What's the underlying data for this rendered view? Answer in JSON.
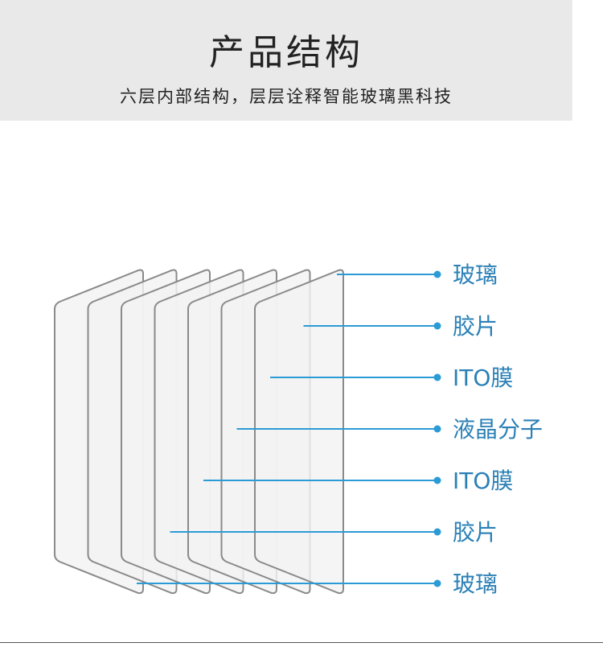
{
  "header": {
    "title": "产品结构",
    "subtitle": "六层内部结构，层层诠释智能玻璃黑科技"
  },
  "diagram": {
    "panel_count": 7,
    "layers": [
      {
        "label": "玻璃"
      },
      {
        "label": "胶片"
      },
      {
        "label": "ITO膜"
      },
      {
        "label": "液晶分子"
      },
      {
        "label": "ITO膜"
      },
      {
        "label": "胶片"
      },
      {
        "label": "玻璃"
      }
    ]
  },
  "colors": {
    "header_bg": "#e9e9e9",
    "accent": "#2b9bd6",
    "label": "#2b80b6",
    "panel_fill": "#f3f3f3",
    "panel_stroke": "#8a8a8a"
  }
}
